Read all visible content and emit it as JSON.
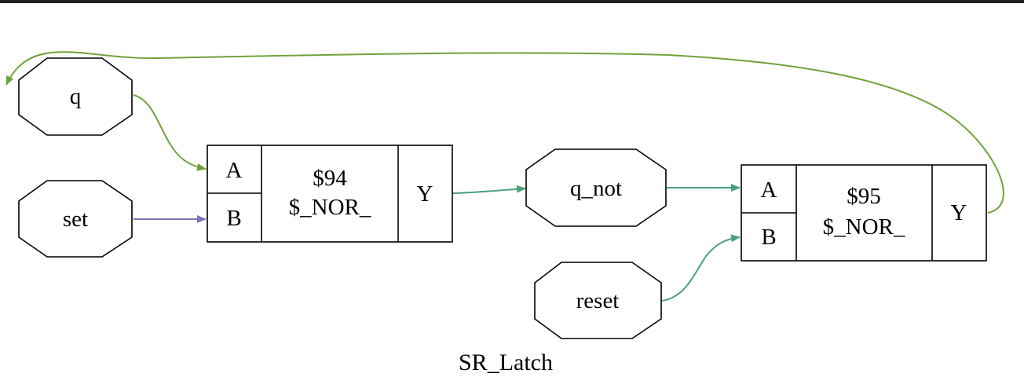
{
  "title": "SR_Latch",
  "ports": {
    "q": "q",
    "set": "set",
    "q_not": "q_not",
    "reset": "reset"
  },
  "cells": {
    "nor94": {
      "id": "$94",
      "type": "$_NOR_",
      "in_a": "A",
      "in_b": "B",
      "out": "Y"
    },
    "nor95": {
      "id": "$95",
      "type": "$_NOR_",
      "in_a": "A",
      "in_b": "B",
      "out": "Y"
    }
  },
  "colors": {
    "q_wire": "#6fa33a",
    "set_wire": "#7b74b5",
    "q_not_wire": "#4aa07a",
    "reset_wire": "#4aa07a",
    "background": "#ffffff",
    "stroke": "#000000"
  }
}
